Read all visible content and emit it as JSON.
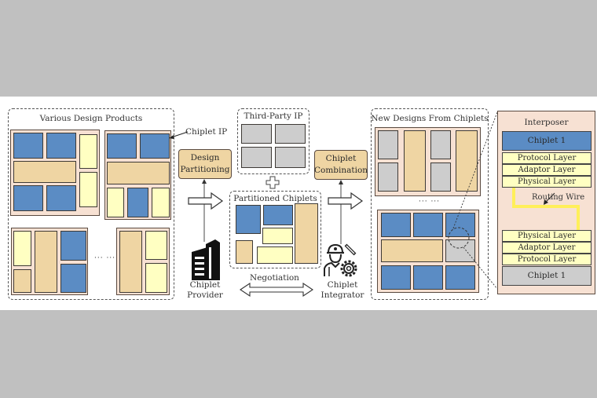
{
  "sections": {
    "various_design_products": {
      "title": "Various Design Products",
      "ellipsis": "··· ···"
    },
    "chiplet_ip_callout": {
      "label": "Chiplet IP"
    },
    "design_partitioning": {
      "label_line1": "Design",
      "label_line2": "Partitioning"
    },
    "chiplet_provider": {
      "label_line1": "Chiplet",
      "label_line2": "Provider",
      "icon": "building-icon"
    },
    "third_party_ip": {
      "title": "Third-Party IP"
    },
    "plus": {
      "icon": "plus-icon"
    },
    "partitioned_chiplets": {
      "title": "Partitioned Chiplets"
    },
    "negotiation": {
      "label": "Negotiation",
      "icon": "double-arrow-icon"
    },
    "chiplet_combination": {
      "label_line1": "Chiplet",
      "label_line2": "Combination"
    },
    "chiplet_integrator": {
      "label_line1": "Chiplet",
      "label_line2": "Integrator",
      "icon": "engineer-gear-icon"
    },
    "new_designs": {
      "title": "New Designs From Chiplets",
      "ellipsis": "··· ···"
    },
    "interposer": {
      "title": "Interposer",
      "top_chiplet": "Chiplet 1",
      "top_layers": [
        "Protocol Layer",
        "Adaptor Layer",
        "Physical Layer"
      ],
      "routing_wire": "Routing Wire",
      "bottom_layers": [
        "Physical Layer",
        "Adaptor Layer",
        "Protocol Layer"
      ],
      "bottom_chiplet": "Chiplet 1"
    }
  },
  "colors": {
    "blue_chiplet": "#5b8cc4",
    "tan_chiplet": "#efd5a3",
    "yellow_chiplet": "#ffffc2",
    "gray_chiplet": "#cdcdcd",
    "board": "#f7e1d3",
    "routing_wire": "#ffef5a"
  }
}
